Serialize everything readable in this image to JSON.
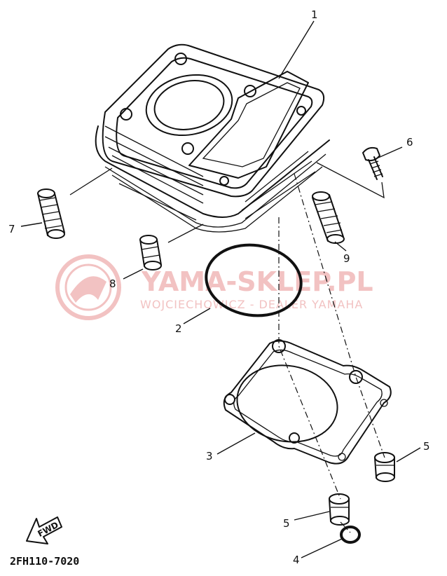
{
  "diagram_code": "2FH110-7020",
  "watermark": {
    "title": "YAMA-SKLEP.PL",
    "subtitle": "WOJCIECHOWICZ - DEALER YAMAHA",
    "color": "#f2c2c2"
  },
  "direction_arrow": {
    "label": "FWD"
  },
  "callouts": [
    {
      "id": "1",
      "label": "1"
    },
    {
      "id": "2",
      "label": "2"
    },
    {
      "id": "3",
      "label": "3"
    },
    {
      "id": "4",
      "label": "4"
    },
    {
      "id": "5a",
      "label": "5"
    },
    {
      "id": "5b",
      "label": "5"
    },
    {
      "id": "6",
      "label": "6"
    },
    {
      "id": "7",
      "label": "7"
    },
    {
      "id": "8",
      "label": "8"
    },
    {
      "id": "9",
      "label": "9"
    }
  ]
}
